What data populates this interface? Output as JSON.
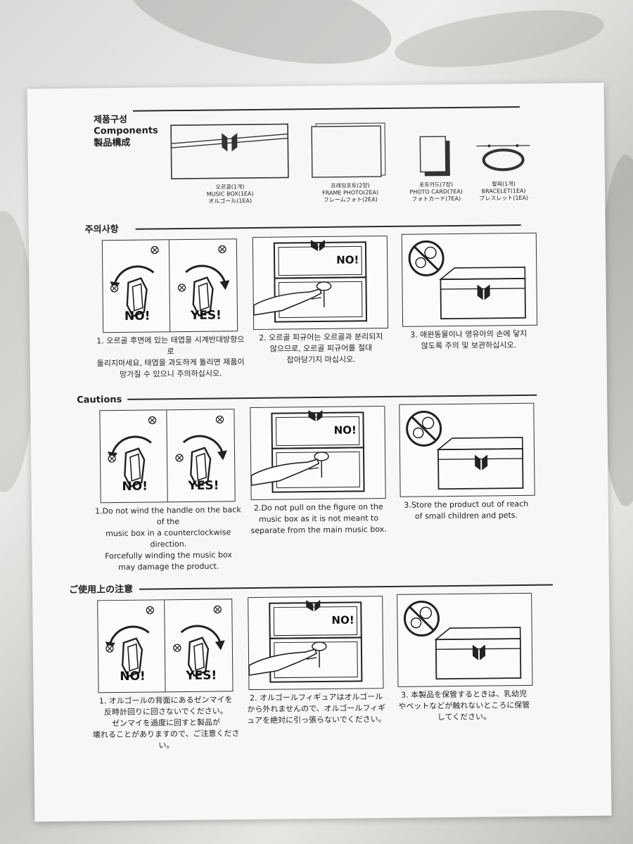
{
  "components": {
    "title_lines": [
      "제품구성",
      "Components",
      "製品構成"
    ],
    "items": [
      {
        "lines": [
          "오르골(1개)",
          "MUSIC BOX(1EA)",
          "オルゴール(1EA)"
        ]
      },
      {
        "lines": [
          "프레임포토(2장)",
          "FRAME PHOTO(2EA)",
          "フレームフォト(2EA)"
        ]
      },
      {
        "lines": [
          "포토카드(7장)",
          "PHOTO CARD(7EA)",
          "フォトカード(7EA)"
        ]
      },
      {
        "lines": [
          "팔찌(1개)",
          "BRACELET(1EA)",
          "ブレスレット(1EA)"
        ]
      }
    ]
  },
  "sections": [
    {
      "title": "주의사항",
      "no_label": "NO!",
      "yes_label": "YES!",
      "figure_no_label": "NO!",
      "captions": [
        [
          "1. 오르골 후면에 있는 태엽을 시계반대방향으로",
          "돌리지마세요, 태엽을 과도하게 돌리면 제품이",
          "망가질 수 있으니 주의하십시오."
        ],
        [
          "2. 오르골 피규어는 오르골과 분리되지",
          "않으므로, 오르골 피규어를 절대",
          "잡아당기지 마십시오."
        ],
        [
          "3. 애완동물이나 영유아의 손에 닿지",
          "않도록 주의 및 보관하십시오."
        ]
      ]
    },
    {
      "title": "Cautions",
      "no_label": "NO!",
      "yes_label": "YES!",
      "figure_no_label": "NO!",
      "captions": [
        [
          "1.Do not wind the handle on the back of the",
          "music box in a counterclockwise direction.",
          "Forcefully winding the music box",
          "may damage the product."
        ],
        [
          "2.Do not pull on the figure on the",
          "music box  as it is not meant to",
          "separate from the main music box."
        ],
        [
          "3.Store the product out of reach",
          "of small children and pets."
        ]
      ]
    },
    {
      "title": "ご使用上の注意",
      "no_label": "NO!",
      "yes_label": "YES!",
      "figure_no_label": "NO!",
      "captions": [
        [
          "1. オルゴールの背面にあるゼンマイを",
          "反時計回りに回さないでください。",
          "ゼンマイを過度に回すと製品が",
          "壊れることがありますので、ご注意ください。"
        ],
        [
          "2. オルゴールフィギュアはオルゴール",
          "から外れませんので、オルゴールフィギ",
          "ュアを絶対に引っ張らないでください。"
        ],
        [
          "3. 本製品を保管するときは、乳幼児",
          "やペットなどが触れないところに保管",
          "してください。"
        ]
      ]
    }
  ]
}
